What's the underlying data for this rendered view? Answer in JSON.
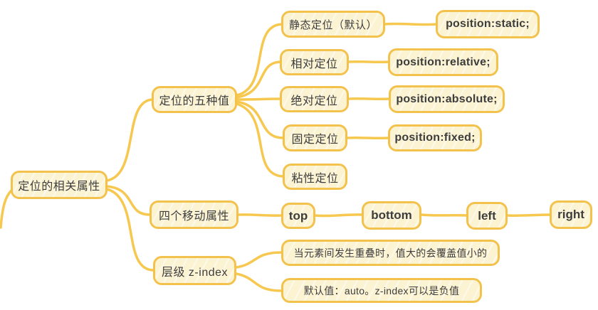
{
  "colors": {
    "node_border": "#f2c24c",
    "node_fill": "#fcf3d3",
    "connector": "#f6c84f",
    "text": "#3d3d3c"
  },
  "mindmap": {
    "root": {
      "label": "定位的相关属性"
    },
    "branches": [
      {
        "label": "定位的五种值",
        "children": [
          {
            "label": "静态定位（默认）",
            "code": "position:static;"
          },
          {
            "label": "相对定位",
            "code": "position:relative;"
          },
          {
            "label": "绝对定位",
            "code": "position:absolute;"
          },
          {
            "label": "固定定位",
            "code": "position:fixed;"
          },
          {
            "label": "粘性定位"
          }
        ]
      },
      {
        "label": "四个移动属性",
        "children": [
          {
            "label": "top"
          },
          {
            "label": "bottom"
          },
          {
            "label": "left"
          },
          {
            "label": "right"
          }
        ]
      },
      {
        "label": "层级 z-index",
        "children": [
          {
            "label": "当元素间发生重叠时，值大的会覆盖值小的"
          },
          {
            "label": "默认值：auto。z-index可以是负值"
          }
        ]
      }
    ]
  }
}
